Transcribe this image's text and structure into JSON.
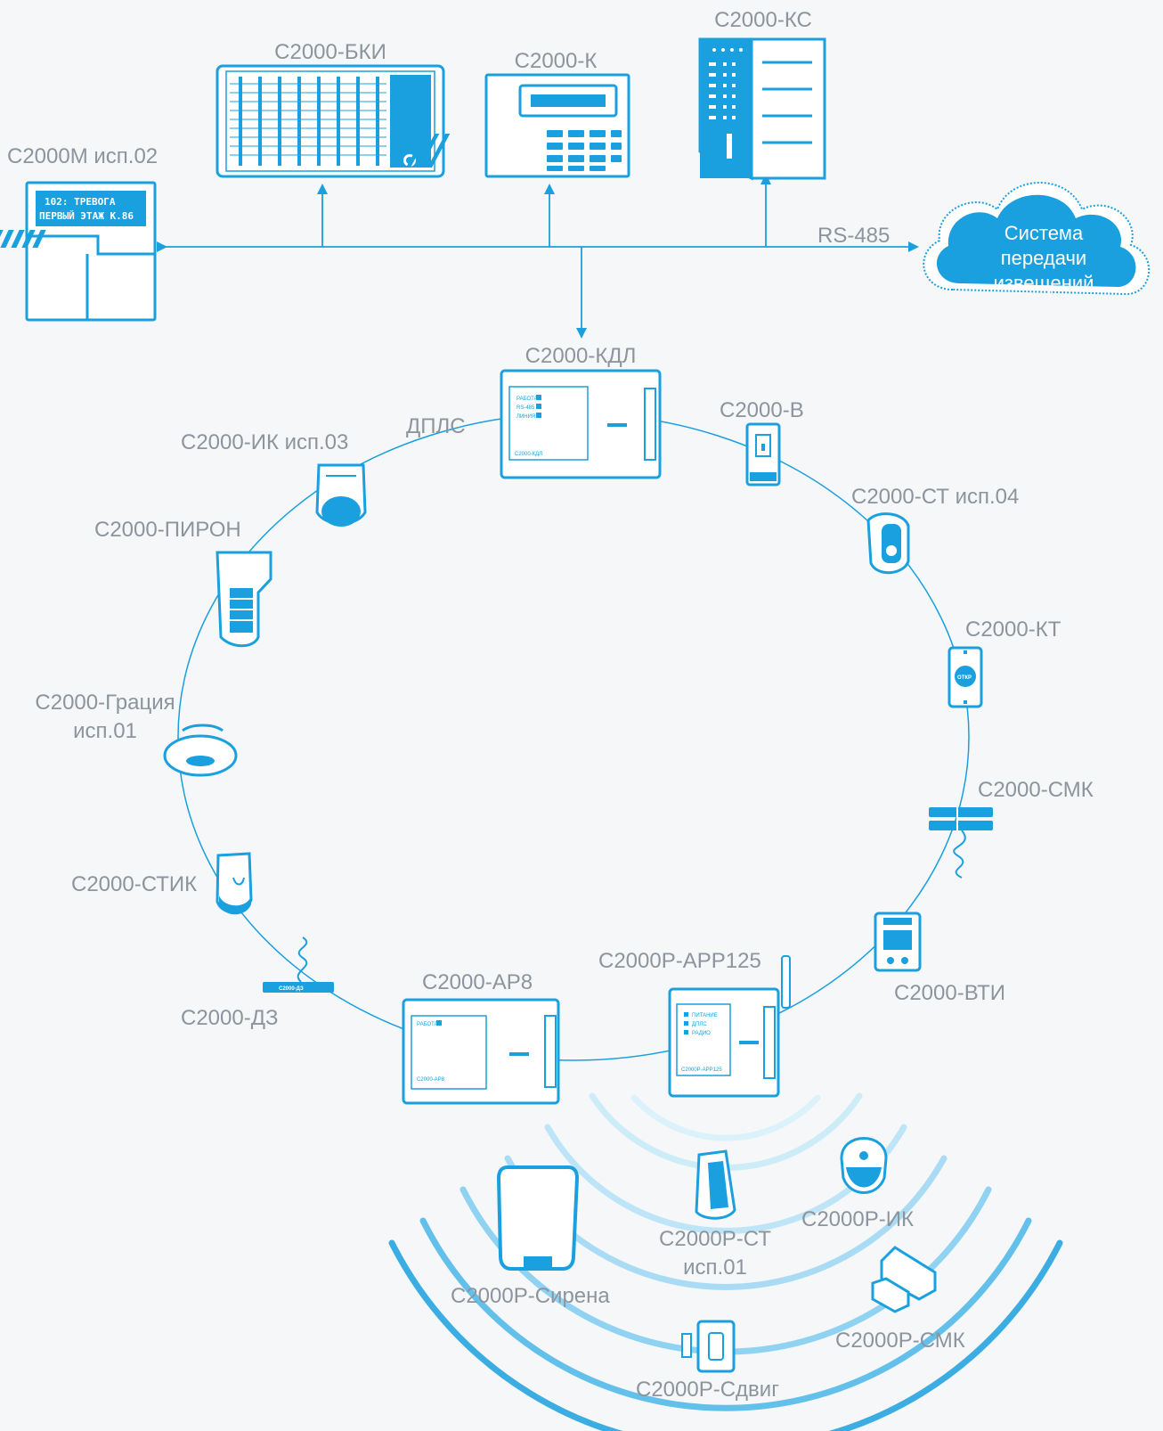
{
  "colors": {
    "accent": "#1aa0de",
    "light_accent": "#bfe3f5",
    "label": "#8c959d",
    "background": "#f5f7f9"
  },
  "top_devices": {
    "s2000m": {
      "label": "С2000М исп.02",
      "screen_line1": "102: ТРЕВОГА",
      "screen_line2": "ПЕРВЫЙ ЭТАЖ К.86",
      "icon": "control-panel-icon"
    },
    "bki": {
      "label": "С2000-БКИ",
      "icon": "indication-block-icon"
    },
    "k": {
      "label": "С2000-К",
      "icon": "keypad-icon"
    },
    "ks": {
      "label": "С2000-КС",
      "icon": "console-icon"
    }
  },
  "bus_label": "RS-485",
  "cloud": {
    "line1": "Система",
    "line2": "передачи",
    "line3": "извещений"
  },
  "ring": {
    "label": "ДПЛС",
    "kdl": {
      "label": "С2000-КДЛ",
      "leds": [
        "РАБОТА",
        "RS-485",
        "ЛИНИЯ"
      ],
      "name_plate": "С2000-КДЛ"
    },
    "devices": [
      {
        "key": "v",
        "label": "С2000-В"
      },
      {
        "key": "st04",
        "label": "С2000-СТ исп.04"
      },
      {
        "key": "kt",
        "label": "С2000-КТ"
      },
      {
        "key": "smk",
        "label": "С2000-СМК"
      },
      {
        "key": "vti",
        "label": "С2000-ВТИ"
      },
      {
        "key": "arr125",
        "label": "С2000Р-АРР125"
      },
      {
        "key": "ar8",
        "label": "С2000-АР8"
      },
      {
        "key": "dz",
        "label": "С2000-ДЗ"
      },
      {
        "key": "stik",
        "label": "С2000-СТИК"
      },
      {
        "key": "gracia_l1",
        "label": "С2000-Грация"
      },
      {
        "key": "gracia_l2",
        "label": "исп.01"
      },
      {
        "key": "piron",
        "label": "С2000-ПИРОН"
      },
      {
        "key": "ik03",
        "label": "С2000-ИК исп.03"
      }
    ],
    "arr125_leds": [
      "ПИТАНИЕ",
      "ДПЛС",
      "РАДИО"
    ],
    "arr125_plate": "С2000Р-АРР125",
    "ar8_led": "РАБОТА",
    "ar8_plate": "С2000-АР8",
    "dz_plate": "С2000-ДЗ",
    "kt_button": "ОТКР"
  },
  "radio_devices": [
    {
      "key": "siren",
      "label": "С2000Р-Сирена"
    },
    {
      "key": "st01_l1",
      "label": "С2000Р-СТ"
    },
    {
      "key": "st01_l2",
      "label": "исп.01"
    },
    {
      "key": "ik",
      "label": "С2000Р-ИК"
    },
    {
      "key": "smk",
      "label": "С2000Р-СМК"
    },
    {
      "key": "sdvig",
      "label": "С2000Р-Сдвиг"
    }
  ]
}
